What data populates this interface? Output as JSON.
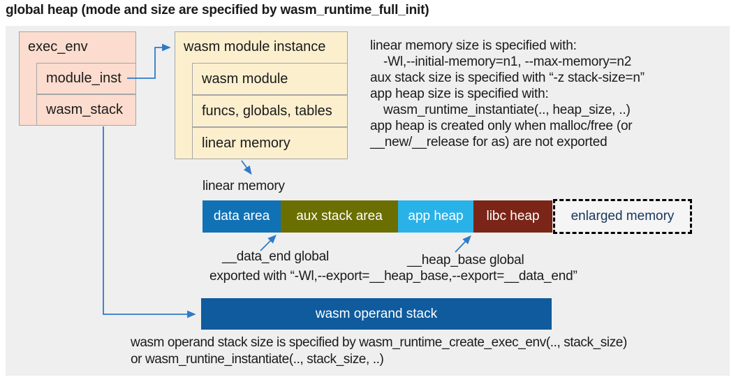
{
  "title": "global heap (mode and size are specified by wasm_runtime_full_init)",
  "colors": {
    "page_bg": "#ffffff",
    "panel_bg": "#efefef",
    "text": "#1a1a1a",
    "exec_env_fill": "#fbdcce",
    "module_instance_fill": "#fcefce",
    "box_border": "#a6a6a6",
    "arrow": "#2f7ac9",
    "operand_stack_fill": "#0f5b9d",
    "enlarged_memory_fill": "#f5f5f5",
    "enlarged_memory_text": "#17365d"
  },
  "exec_env": {
    "header": "exec_env",
    "rows": [
      {
        "label": "module_inst"
      },
      {
        "label": "wasm_stack"
      }
    ]
  },
  "module_instance": {
    "header": "wasm module instance",
    "rows": [
      {
        "label": "wasm module"
      },
      {
        "label": "funcs, globals, tables"
      },
      {
        "label": "linear memory"
      }
    ]
  },
  "notes": {
    "lines": [
      {
        "text": "linear memory size is specified with:"
      },
      {
        "text": "-Wl,--initial-memory=n1, --max-memory=n2"
      },
      {
        "text": "aux stack size is specified with “-z stack-size=n”"
      },
      {
        "text": "app heap size is specified with:"
      },
      {
        "text": "wasm_runtime_instantiate(.., heap_size, ..)"
      },
      {
        "text": "app heap is created only when malloc/free (or"
      },
      {
        "text": "__new/__release for as) are not exported"
      }
    ]
  },
  "linear_memory": {
    "label": "linear memory",
    "segments": [
      {
        "label": "data area",
        "color": "#1171b5",
        "text_color": "#ffffff"
      },
      {
        "label": "aux stack area",
        "color": "#6b6e00",
        "text_color": "#ffffff"
      },
      {
        "label": "app heap",
        "color": "#29b2e8",
        "text_color": "#ffffff"
      },
      {
        "label": "libc heap",
        "color": "#7a2518",
        "text_color": "#ffffff"
      },
      {
        "label": "enlarged memory",
        "color": "#f5f5f5",
        "text_color": "#17365d"
      }
    ]
  },
  "annotations": {
    "data_end": "__data_end global",
    "heap_base": "__heap_base global",
    "exported": "exported with “-Wl,--export=__heap_base,--export=__data_end”"
  },
  "operand_stack": {
    "label": "wasm operand stack"
  },
  "footer": {
    "lines": [
      {
        "text": "wasm operand stack size is specified by wasm_runtime_create_exec_env(.., stack_size)"
      },
      {
        "text": "or wasm_runtine_instantiate(.., stack_size, ..)"
      }
    ]
  }
}
